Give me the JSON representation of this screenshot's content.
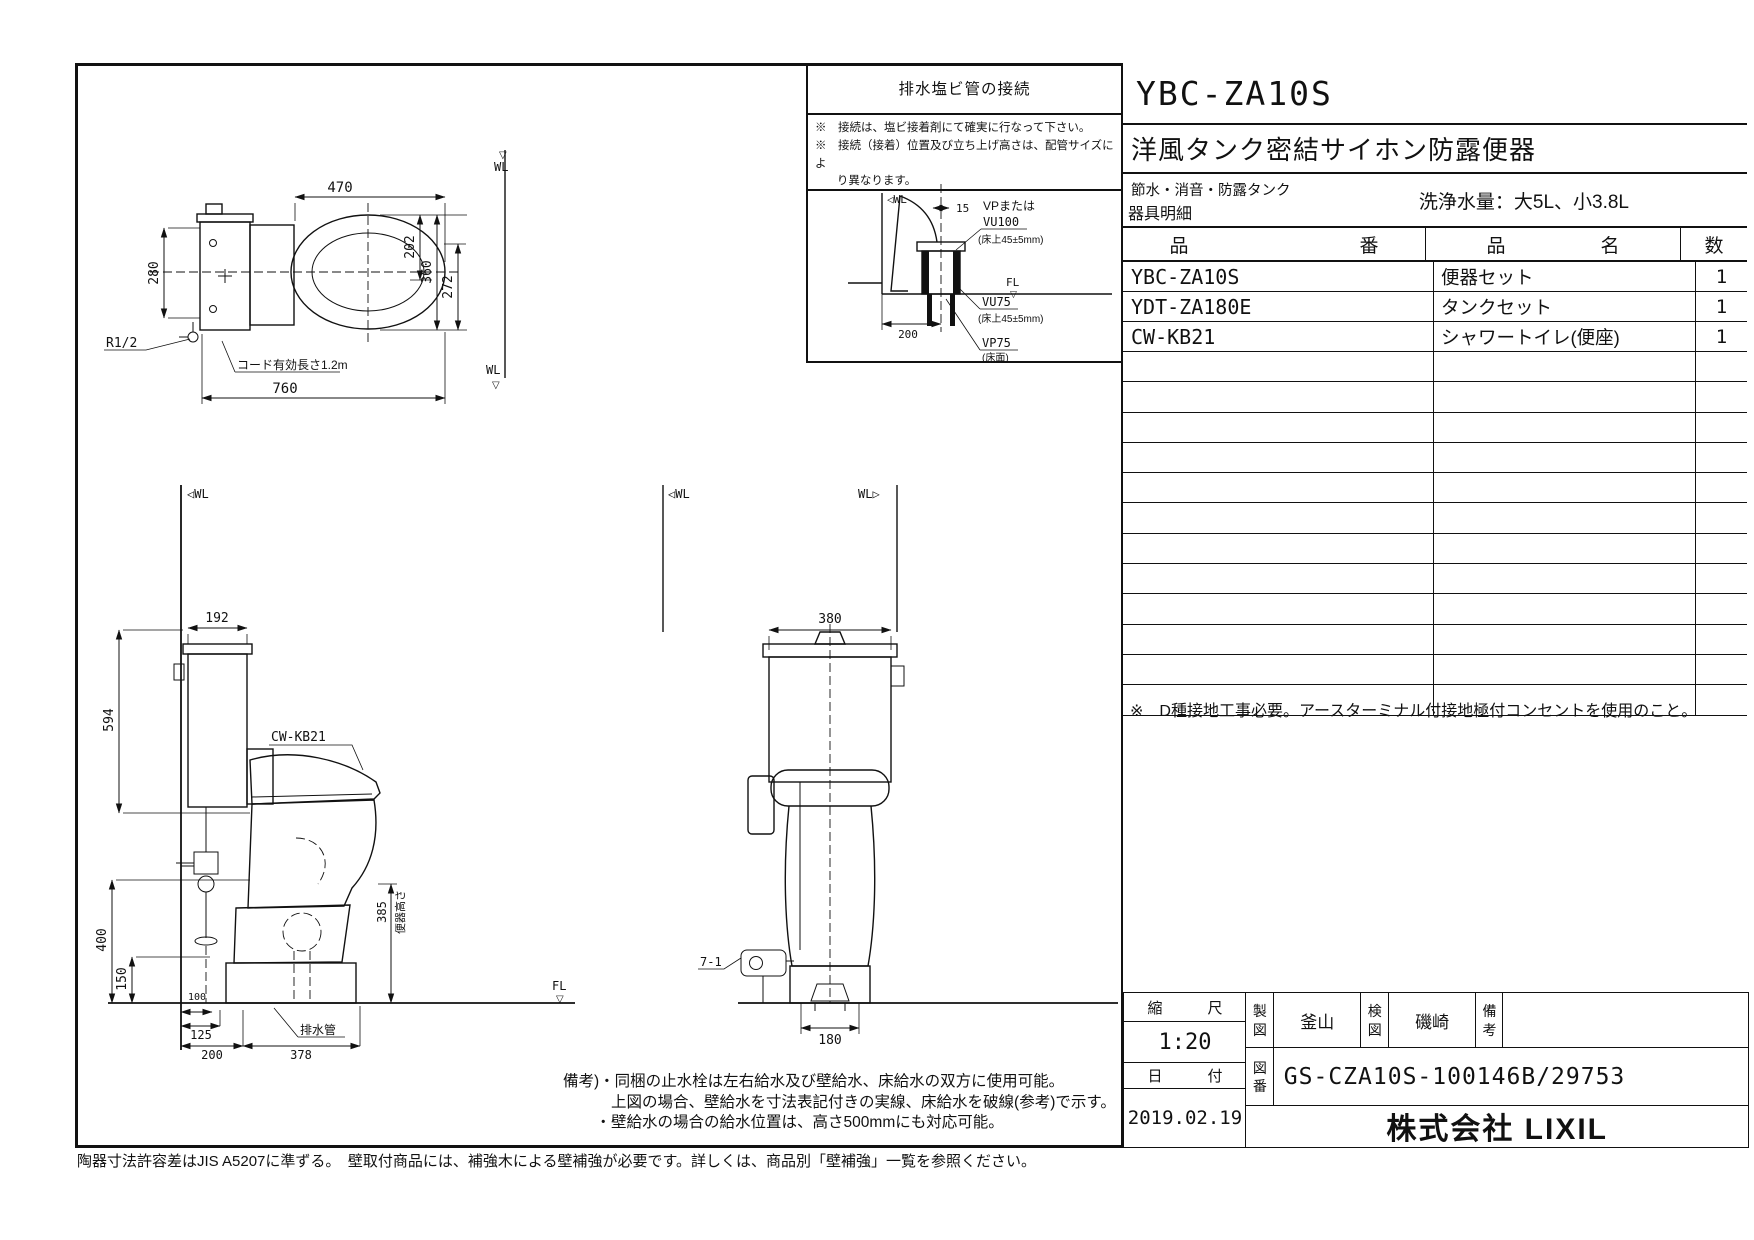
{
  "sheet": {
    "footer": "陶器寸法許容差はJIS A5207に準ずる。　壁取付商品には、補強木による壁補強が必要です。詳しくは、商品別「壁補強」一覧を参照ください。"
  },
  "pipe_box": {
    "title": "排水塩ビ管の接続",
    "note1": "※　接続は、塩ビ接着剤にて確実に行なって下さい。",
    "note2": "※　接続（接着）位置及び立ち上げ高さは、配管サイズによ",
    "note3": "り異なります。",
    "wl": "◁WL",
    "fl": "FL",
    "fl_tri": "▽",
    "d15": "15",
    "d200": "200",
    "vp1": "VPまたは",
    "vp2": "VU100",
    "vp2_sub": "(床上45±5mm)",
    "vu75": "VU75",
    "vu75_sub": "(床上45±5mm)",
    "vp75": "VP75",
    "vp75_sub": "(床面)"
  },
  "panel": {
    "code": "YBC-ZA10S",
    "name": "洋風タンク密結サイホン防露便器",
    "feature": "節水・消音・防露タンク",
    "detail": "器具明細",
    "flush": "洗浄水量：大5L、小3.8L",
    "table": {
      "h_no": "品　　　　　　　　　番",
      "h_name": "品　　　　　名",
      "h_qty": "数",
      "rows": [
        {
          "no": "YBC-ZA10S",
          "name": "便器セット",
          "qty": "1"
        },
        {
          "no": "YDT-ZA180E",
          "name": "タンクセット",
          "qty": "1"
        },
        {
          "no": "CW-KB21",
          "name": "シャワートイレ(便座)",
          "qty": "1"
        }
      ],
      "empty_row_count": 12
    },
    "ground_note": "※　D種接地工事必要。アースターミナル付接地極付コンセントを使用のこと。"
  },
  "block": {
    "scale_label": "縮　　　尺",
    "scale_value": "1:20",
    "date_label": "日　　　付",
    "date_value": "2019.02.19",
    "drawn_label": "製図",
    "drawn_value": "釜山",
    "check_label": "検図",
    "check_value": "磯崎",
    "remarks_label": "備考",
    "no_label": "図番",
    "no_value": "GS-CZA10S-100146B/29753",
    "company": "株式会社 LIXIL"
  },
  "remarks": {
    "l1": "備考)・同梱の止水栓は左右給水及び壁給水、床給水の双方に使用可能。",
    "l2": "上図の場合、壁給水を寸法表記付きの実線、床給水を破線(参考)で示す。",
    "l3": "・壁給水の場合の給水位置は、高さ500mmにも対応可能。"
  },
  "top": {
    "wl": "WL",
    "tri": "▽",
    "d470": "470",
    "d202": "202",
    "d360": "360",
    "d272": "272",
    "d280": "280",
    "d760": "760",
    "r12": "R1/2",
    "cord": "コード有効長さ1.2m"
  },
  "side": {
    "wl": "◁WL",
    "fl": "FL",
    "tri": "▽",
    "d192": "192",
    "d594": "594",
    "d400": "400",
    "d150": "150",
    "d385": "385",
    "h_label": "便器高さ",
    "d100": "100",
    "d125": "125",
    "d200": "200",
    "d378": "378",
    "seat_label": "CW-KB21",
    "drain_label": "排水管"
  },
  "front": {
    "wl_left": "◁WL",
    "wl_right": "WL▷",
    "d380": "380",
    "d180": "180",
    "ref": "7-1"
  }
}
